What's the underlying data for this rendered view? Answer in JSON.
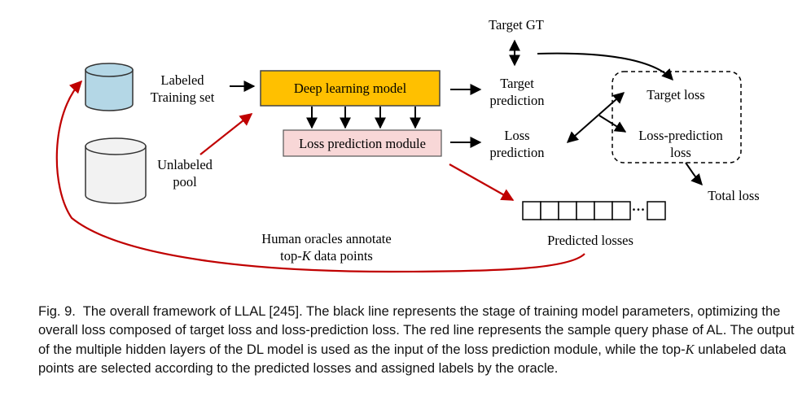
{
  "diagram": {
    "labeled_set": [
      "Labeled",
      "Training set"
    ],
    "unlabeled_pool": [
      "Unlabeled",
      "pool"
    ],
    "deep_model": "Deep learning model",
    "loss_module": "Loss prediction module",
    "target_gt": "Target GT",
    "target_prediction": [
      "Target",
      "prediction"
    ],
    "loss_prediction": [
      "Loss",
      "prediction"
    ],
    "target_loss": "Target loss",
    "loss_prediction_loss": [
      "Loss-prediction",
      "loss"
    ],
    "total_loss": "Total loss",
    "predicted_losses": "Predicted losses",
    "dots": "···",
    "human_oracles": [
      "Human oracles annotate",
      "top-K data points"
    ],
    "colors": {
      "deep_model_fill": "#ffc000",
      "loss_module_fill": "#f8d7d7",
      "labeled_cylinder": "#b4d7e6",
      "unlabeled_cylinder": "#f2f2f2",
      "red_arrow": "#c00000"
    }
  },
  "caption": {
    "fig": "Fig. 9.",
    "text_1": "The overall framework of LLAL [245]. The black line represents the stage of training model parameters, optimizing the overall loss composed of target loss and loss-prediction loss. The red line represents the sample query phase of AL. The output of the multiple hidden layers of the DL model is used as the input of the loss prediction module, while the top-",
    "k": "K",
    "text_2": " unlabeled data points are selected according to the predicted losses and assigned labels by the oracle."
  }
}
